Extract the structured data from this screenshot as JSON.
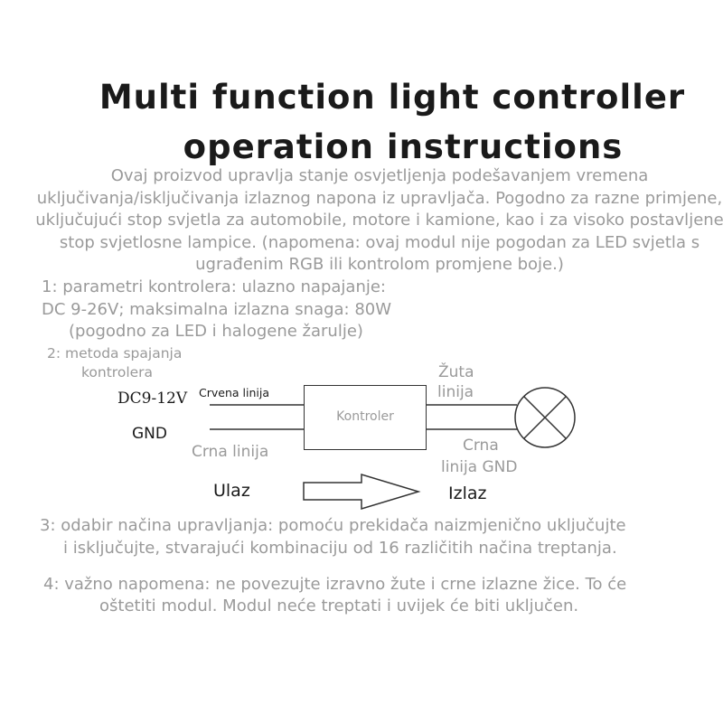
{
  "title": {
    "line1": "Multi function light controller",
    "line2": "operation instructions"
  },
  "intro": "Ovaj proizvod upravlja stanje osvjetljenja podešavanjem vremena uključivanja/isključivanja izlaznog napona iz upravljača. Pogodno za razne primjene, uključujući stop svjetla za automobile, motore i kamione, kao i za visoko postavljene stop svjetlosne lampice. (napomena: ovaj modul nije pogodan za LED svjetla s ugrađenim RGB ili kontrolom promjene boje.)",
  "section1": {
    "line1": "1: parametri kontrolera: ulazno napajanje:",
    "line2": "DC 9-26V; maksimalna izlazna snaga: 80W",
    "line3": "(pogodno za LED i halogene žarulje)"
  },
  "section2": {
    "line1": "2: metoda spajanja",
    "line2": "kontrolera"
  },
  "diagram": {
    "dc_label": "DC9-12V",
    "red_wire": "Crvena linija",
    "gnd_label": "GND",
    "black_wire_in": "Crna linija",
    "controller": "Kontroler",
    "yellow_wire_1": "Žuta",
    "yellow_wire_2": "linija",
    "black_gnd_1": "Crna",
    "black_gnd_2": "linija GND",
    "input": "Ulaz",
    "output": "Izlaz"
  },
  "section3": {
    "line1": "3: odabir načina upravljanja: pomoću prekidača naizmjenično uključujte",
    "line2": "i isključujte, stvarajući kombinaciju od 16 različitih načina treptanja."
  },
  "section4": {
    "line1": "4: važno napomena: ne povezujte izravno žute i crne izlazne žice. To će",
    "line2": "oštetiti modul. Modul neće treptati i uvijek će biti uključen."
  },
  "icons": [
    "lamp-icon",
    "arrow-icon"
  ],
  "colors": {
    "title": "#1a1a1a",
    "body_text": "#9a9a9a",
    "lines": "#333333"
  }
}
